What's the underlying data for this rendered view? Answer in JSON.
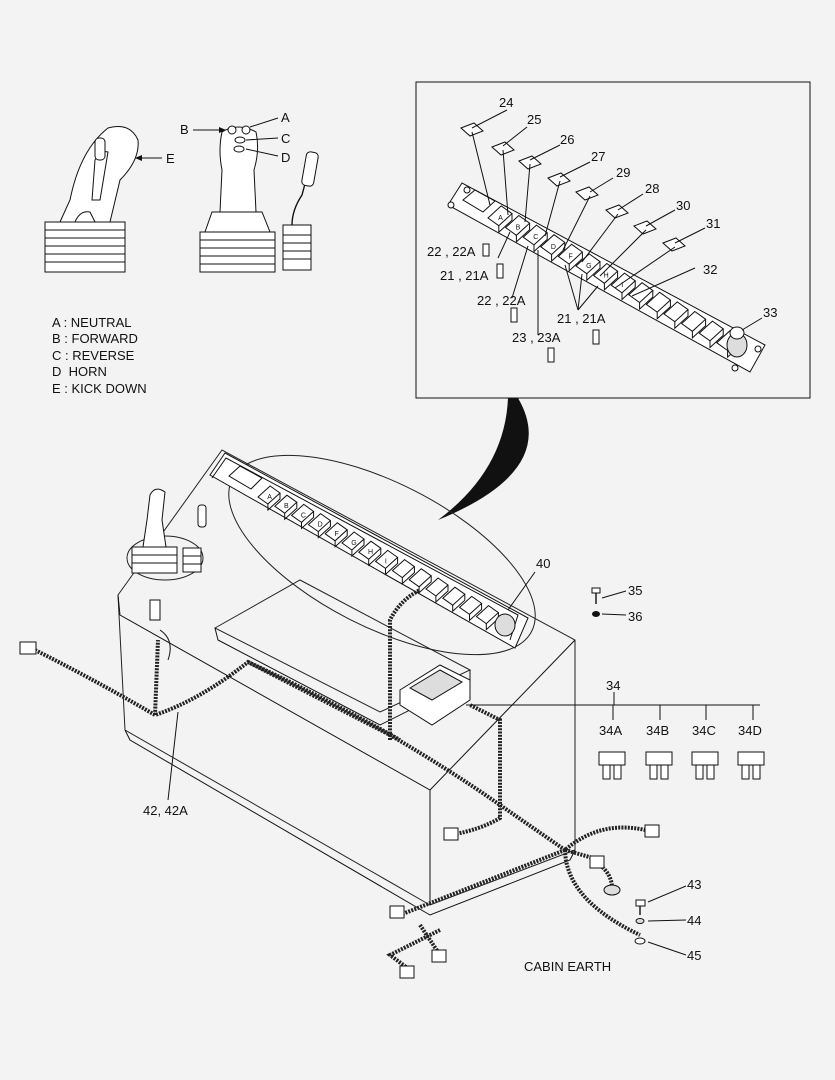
{
  "legend": {
    "a": "A : NEUTRAL",
    "b": "B : FORWARD",
    "c": "C : REVERSE",
    "d": "D  HORN",
    "e": "E : KICK DOWN"
  },
  "joystick_labels": {
    "a": "A",
    "b": "B",
    "c": "C",
    "d": "D",
    "e": "E"
  },
  "callouts": {
    "p24": "24",
    "p25": "25",
    "p26": "26",
    "p27": "27",
    "p29": "29",
    "p28": "28",
    "p30": "30",
    "p31": "31",
    "p32": "32",
    "p33": "33",
    "p22_22a_1": "22 , 22A",
    "p21_21a_1": "21 , 21A",
    "p22_22a_2": "22 , 22A",
    "p23_23a": "23 , 23A",
    "p21_21a_2": "21 , 21A",
    "p40": "40",
    "p35": "35",
    "p36": "36",
    "p34": "34",
    "p34a": "34A",
    "p34b": "34B",
    "p34c": "34C",
    "p34d": "34D",
    "p42_42a": "42, 42A",
    "p43": "43",
    "p44": "44",
    "p45": "45"
  },
  "switch_letters": [
    "A",
    "B",
    "C",
    "D",
    "F",
    "G",
    "H",
    "I"
  ],
  "cabin_earth": "CABIN EARTH"
}
